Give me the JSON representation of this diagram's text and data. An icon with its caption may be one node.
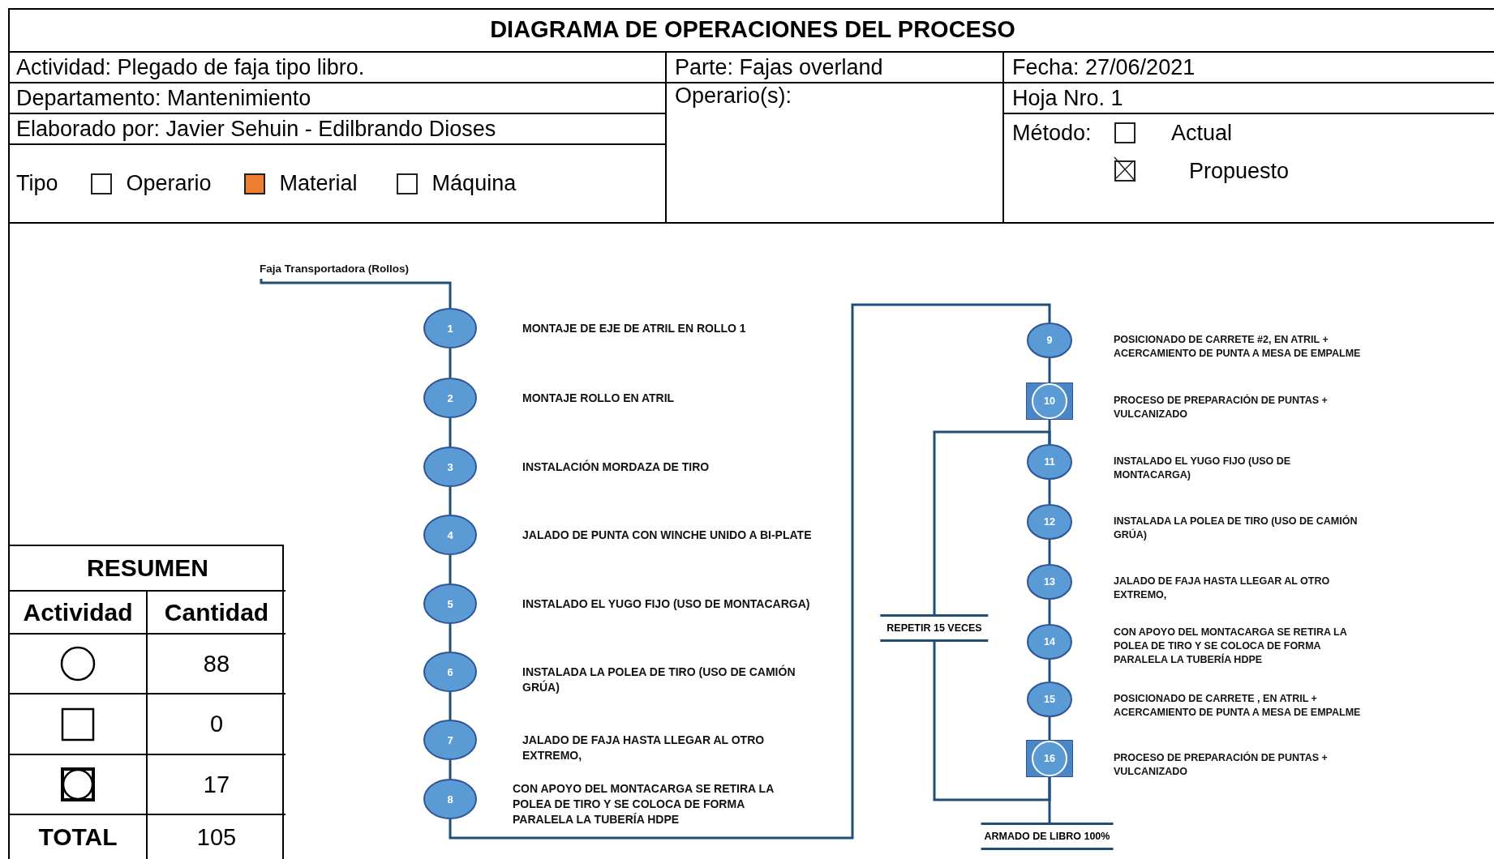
{
  "diagram": {
    "title": "DIAGRAMA DE OPERACIONES DEL PROCESO",
    "nodes": [
      {
        "text": [
          "Faja Transportadora (Rollos)"
        ]
      },
      {
        "text": [
          "1"
        ]
      },
      {
        "text": [
          "2"
        ]
      },
      {
        "text": [
          "3"
        ]
      },
      {
        "text": [
          "4"
        ]
      },
      {
        "text": [
          "5"
        ]
      },
      {
        "text": [
          "6"
        ]
      },
      {
        "text": [
          "7"
        ]
      },
      {
        "text": [
          "8"
        ]
      },
      {
        "text": [
          "9"
        ]
      },
      {
        "text": [
          "10"
        ]
      },
      {
        "text": [
          "11"
        ]
      },
      {
        "text": [
          "12"
        ]
      },
      {
        "text": [
          "13"
        ]
      },
      {
        "text": [
          "14"
        ]
      },
      {
        "text": [
          "15"
        ]
      },
      {
        "text": [
          "16"
        ]
      },
      {
        "text": [
          "ARMADO DE LIBRO 100%"
        ]
      }
    ],
    "edges": [
      {
        "from": 0,
        "to": 1,
        "arrow": "none"
      },
      {
        "from": 1,
        "to": 2,
        "arrow": "none"
      },
      {
        "from": 2,
        "to": 3,
        "arrow": "none"
      },
      {
        "from": 3,
        "to": 4,
        "arrow": "none"
      },
      {
        "from": 4,
        "to": 5,
        "arrow": "none"
      },
      {
        "from": 5,
        "to": 6,
        "arrow": "none"
      },
      {
        "from": 6,
        "to": 7,
        "arrow": "none"
      },
      {
        "from": 7,
        "to": 8,
        "arrow": "none"
      },
      {
        "from": 8,
        "to": 9,
        "arrow": "none"
      },
      {
        "from": 9,
        "to": 10,
        "arrow": "none"
      },
      {
        "from": 10,
        "to": 11,
        "arrow": "none"
      },
      {
        "from": 11,
        "to": 12,
        "arrow": "none"
      },
      {
        "from": 12,
        "to": 13,
        "arrow": "none"
      },
      {
        "from": 13,
        "to": 14,
        "arrow": "none"
      },
      {
        "from": 14,
        "to": 15,
        "arrow": "none"
      },
      {
        "from": 15,
        "to": 16,
        "arrow": "none"
      },
      {
        "from": 16,
        "to": 17,
        "arrow": "none"
      },
      {
        "from": 16,
        "to": 11,
        "arrow": "none",
        "label": "REPETIR 15 VECES"
      }
    ],
    "labels": [
      "Actividad: Plegado de faja tipo libro.",
      "Parte: Fajas overland",
      "Fecha: 27/06/2021",
      "Departamento: Mantenimiento",
      "Operario(s):",
      "Hoja Nro. 1",
      "Elaborado por: Javier Sehuin - Edilbrando Dioses",
      "Método:",
      "Actual",
      "Tipo",
      "Operario",
      "Material",
      "Máquina",
      "Propuesto",
      "RESUMEN",
      "Actividad",
      "Cantidad",
      "88",
      "0",
      "17",
      "TOTAL",
      "105",
      "MONTAJE DE EJE DE ATRIL EN ROLLO 1",
      "MONTAJE ROLLO EN ATRIL",
      "INSTALACIÓN MORDAZA DE TIRO",
      "JALADO DE PUNTA CON WINCHE UNIDO A BI-PLATE",
      "INSTALADO EL YUGO FIJO (USO DE MONTACARGA)",
      "INSTALADA LA POLEA DE TIRO (USO DE CAMIÓN GRÚA)",
      "JALADO DE FAJA HASTA LLEGAR AL OTRO EXTREMO,",
      "CON APOYO DEL MONTACARGA SE RETIRA LA POLEA DE TIRO Y SE COLOCA DE FORMA PARALELA LA TUBERÍA HDPE",
      "POSICIONADO DE CARRETE #2, EN ATRIL + ACERCAMIENTO DE PUNTA A MESA DE EMPALME",
      "PROCESO DE PREPARACIÓN DE PUNTAS + VULCANIZADO",
      "INSTALADO EL YUGO FIJO (USO DE MONTACARGA)",
      "INSTALADA LA POLEA DE TIRO (USO DE CAMIÓN GRÚA)",
      "JALADO DE FAJA HASTA LLEGAR AL OTRO EXTREMO,",
      "CON APOYO DEL MONTACARGA SE RETIRA LA POLEA DE TIRO Y SE COLOCA DE FORMA PARALELA LA TUBERÍA HDPE",
      "POSICIONADO DE CARRETE , EN ATRIL + ACERCAMIENTO DE PUNTA A MESA DE EMPALME",
      "PROCESO DE PREPARACIÓN DE PUNTAS + VULCANIZADO"
    ]
  }
}
